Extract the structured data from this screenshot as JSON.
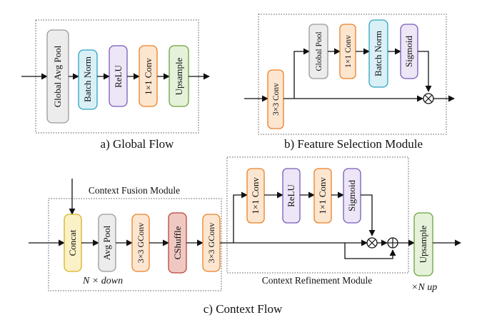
{
  "global_flow": {
    "blocks": [
      "Global Avg Pool",
      "Batch Norm",
      "ReLU",
      "1×1 Conv",
      "Upsample"
    ],
    "caption": "a) Global Flow"
  },
  "feature_selection": {
    "blocks": [
      "3×3 Conv",
      "Global Pool",
      "1×1 Conv",
      "Batch Norm",
      "Sigmoid"
    ],
    "multiply": "⊗",
    "caption": "b) Feature Selection Module"
  },
  "context_flow": {
    "fusion_title": "Context Fusion Module",
    "fusion_blocks": [
      "Concat",
      "Avg Pool",
      "3×3 GConv",
      "CShuffle",
      "3×3 GConv"
    ],
    "down_label": "N × down",
    "refinement_blocks": [
      "1×1 Conv",
      "ReLU",
      "1×1 Conv",
      "Sigmoid"
    ],
    "refinement_title": "Context Refinement Module",
    "multiply": "⊗",
    "add": "⊕",
    "upsample": "Upsample",
    "up_label": "×N up",
    "caption": "c) Context Flow"
  }
}
